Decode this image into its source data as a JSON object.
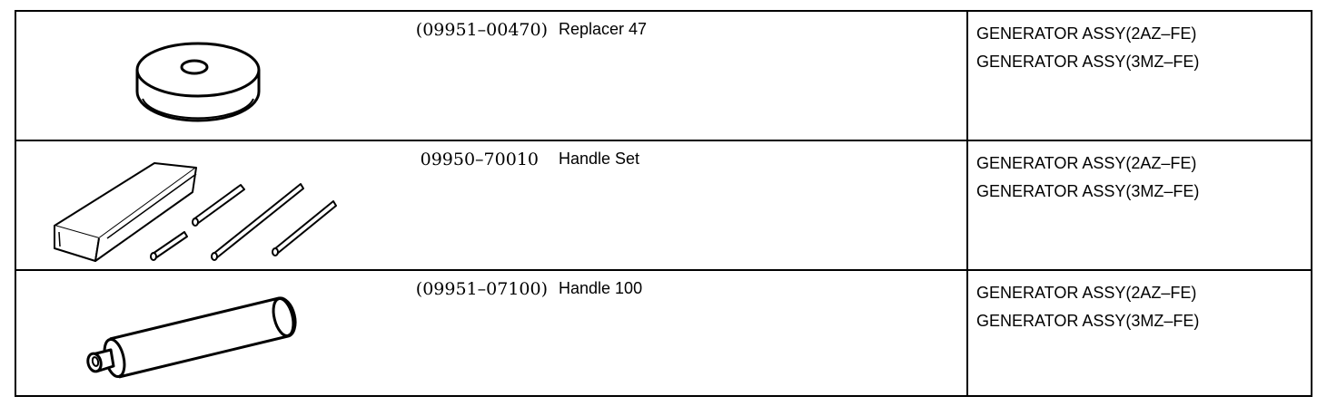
{
  "rows": [
    {
      "part_number": "(09951–00470)",
      "tool_name": "Replacer 47",
      "applications": [
        "GENERATOR ASSY(2AZ–FE)",
        "GENERATOR ASSY(3MZ–FE)"
      ],
      "illustration": "ring-replacer-illustration"
    },
    {
      "part_number": "09950–70010",
      "tool_name": "Handle Set",
      "applications": [
        "GENERATOR ASSY(2AZ–FE)",
        "GENERATOR ASSY(3MZ–FE)"
      ],
      "illustration": "handle-set-illustration"
    },
    {
      "part_number": "(09951–07100)",
      "tool_name": "Handle 100",
      "applications": [
        "GENERATOR ASSY(2AZ–FE)",
        "GENERATOR ASSY(3MZ–FE)"
      ],
      "illustration": "handle-illustration"
    }
  ]
}
